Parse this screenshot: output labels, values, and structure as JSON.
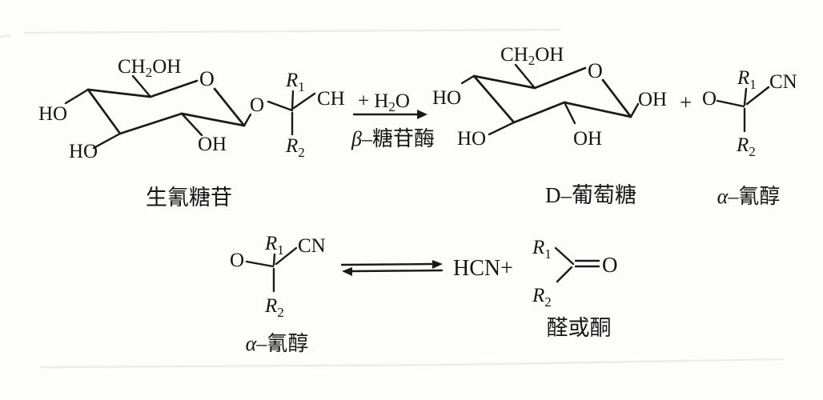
{
  "colors": {
    "ink": "#1a1a1a",
    "paper": "#fdfdfc"
  },
  "reaction1": {
    "glycoside": {
      "label": "生氰糖苷",
      "ch2oh": {
        "main": "CH",
        "sub": "2",
        "tail": "OH"
      },
      "ring_o": "O",
      "ho_upper_left": "HO",
      "ho_lower_left": "HO",
      "oh_bottom": "OH",
      "glycosidic_o": "O",
      "r1": {
        "main": "R",
        "sub": "1"
      },
      "r2": {
        "main": "R",
        "sub": "2"
      },
      "ch": "CH"
    },
    "arrow": {
      "above": {
        "main": "+ H",
        "sub": "2",
        "tail": "O"
      },
      "below": {
        "greek": "β",
        "rest": "–糖苷酶"
      }
    },
    "glucose": {
      "label": "D–葡萄糖",
      "ch2oh": {
        "main": "CH",
        "sub": "2",
        "tail": "OH"
      },
      "ring_o": "O",
      "ho_upper_left": "HO",
      "ho_lower_left": "HO",
      "oh_bottom": "OH",
      "oh_anomeric": "OH"
    },
    "plus": "+",
    "cyanohydrin": {
      "label": {
        "greek": "α",
        "rest": "–氰醇"
      },
      "o": "O",
      "r1": {
        "main": "R",
        "sub": "1"
      },
      "cn": "CN",
      "r2": {
        "main": "R",
        "sub": "2"
      }
    }
  },
  "reaction2": {
    "cyanohydrin": {
      "label": {
        "greek": "α",
        "rest": "–氰醇"
      },
      "o": "O",
      "r1": {
        "main": "R",
        "sub": "1"
      },
      "cn": "CN",
      "r2": {
        "main": "R",
        "sub": "2"
      }
    },
    "hcn": "HCN+",
    "carbonyl": {
      "label": "醛或酮",
      "r1": {
        "main": "R",
        "sub": "1"
      },
      "r2": {
        "main": "R",
        "sub": "2"
      },
      "o": "O"
    }
  }
}
